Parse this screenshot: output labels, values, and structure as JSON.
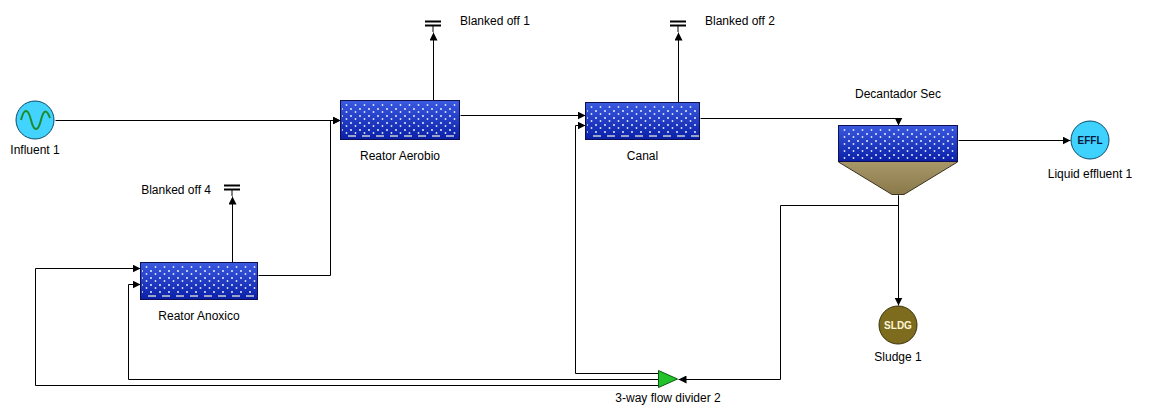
{
  "diagram": {
    "nodes": [
      {
        "text": [
          "Blanked off 1"
        ]
      },
      {
        "text": [
          "Blanked off 2"
        ]
      },
      {
        "text": [
          "Influent 1"
        ]
      },
      {
        "text": [
          "Reator Aerobio"
        ]
      },
      {
        "text": [
          "Canal"
        ]
      },
      {
        "text": [
          "Decantador Sec"
        ]
      },
      {
        "text": [
          "EFFL",
          "Liquid effluent 1"
        ]
      },
      {
        "text": [
          "Blanked off 4"
        ]
      },
      {
        "text": [
          "Reator Anoxico"
        ]
      },
      {
        "text": [
          "SLDG",
          "Sludge 1"
        ]
      },
      {
        "text": [
          "3-way flow divider 2"
        ]
      }
    ],
    "edges": [
      {
        "from": 2,
        "to": 3,
        "arrow": "to"
      },
      {
        "from": 8,
        "to": 3,
        "arrow": "to"
      },
      {
        "from": 3,
        "to": 4,
        "arrow": "to"
      },
      {
        "from": 4,
        "to": 5,
        "arrow": "to"
      },
      {
        "from": 5,
        "to": 6,
        "arrow": "to"
      },
      {
        "from": 5,
        "to": 9,
        "arrow": "to"
      },
      {
        "from": 5,
        "to": 10,
        "arrow": "to"
      },
      {
        "from": 10,
        "to": 4,
        "arrow": "to"
      },
      {
        "from": 10,
        "to": 8,
        "arrow": "to"
      },
      {
        "from": 10,
        "to": 8,
        "arrow": "to"
      },
      {
        "from": 3,
        "to": 0,
        "arrow": "to"
      },
      {
        "from": 4,
        "to": 1,
        "arrow": "to"
      },
      {
        "from": 8,
        "to": 7,
        "arrow": "to"
      }
    ]
  }
}
